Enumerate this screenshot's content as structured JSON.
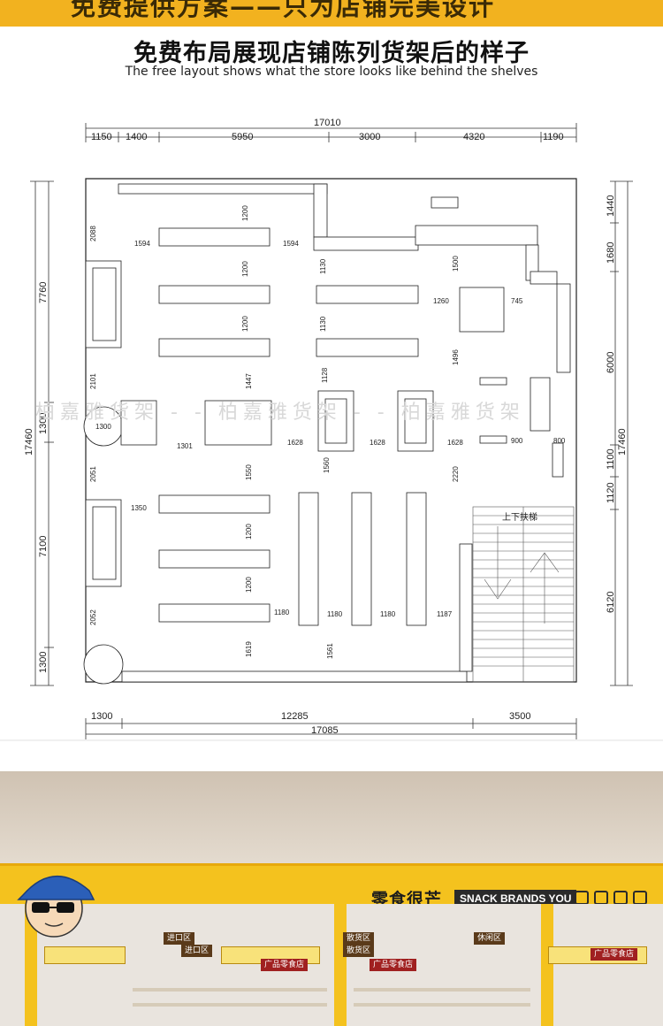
{
  "banner": {
    "text": "免费提供方案——只为店铺完美设计"
  },
  "heading": {
    "title": "免费布局展现店铺陈列货架后的样子",
    "subtitle": "The free layout shows what the store looks like behind the shelves"
  },
  "watermark": {
    "text": "柏嘉雅货架 - - 柏嘉雅货架 - - 柏嘉雅货架"
  },
  "floorplan": {
    "top_total": "17010",
    "top_segments": [
      "1150",
      "1400",
      "5950",
      "3000",
      "4320",
      "1190"
    ],
    "bottom_segments": [
      "1300",
      "12285",
      "3500"
    ],
    "bottom_total": "17085",
    "left_total": "17460",
    "left_segments": [
      "7760",
      "1300",
      "7100",
      "1300"
    ],
    "right_total": "17460",
    "right_segments": [
      "1440",
      "1680",
      "6000",
      "1100",
      "1120",
      "6120"
    ],
    "inner_dims": [
      "2088",
      "1594",
      "1200",
      "1594",
      "1130",
      "1500",
      "1200",
      "1260",
      "745",
      "1130",
      "1200",
      "1496",
      "2101",
      "1447",
      "1128",
      "1300",
      "1301",
      "1628",
      "1628",
      "1628",
      "900",
      "800",
      "2051",
      "1550",
      "1560",
      "2220",
      "1350",
      "1200",
      "1200",
      "1180",
      "1180",
      "1180",
      "1187",
      "2052",
      "1619",
      "1561"
    ],
    "escalator_label": "上下扶梯"
  },
  "photo": {
    "brand_cn": "零食很芒",
    "brand_en": "SNACK BRANDS YOU",
    "zones": [
      "进口区",
      "进口区",
      "散货区",
      "散货区",
      "休闲区"
    ],
    "store_names": [
      "广品零食店",
      "广品零食店",
      "广品零食店"
    ]
  }
}
